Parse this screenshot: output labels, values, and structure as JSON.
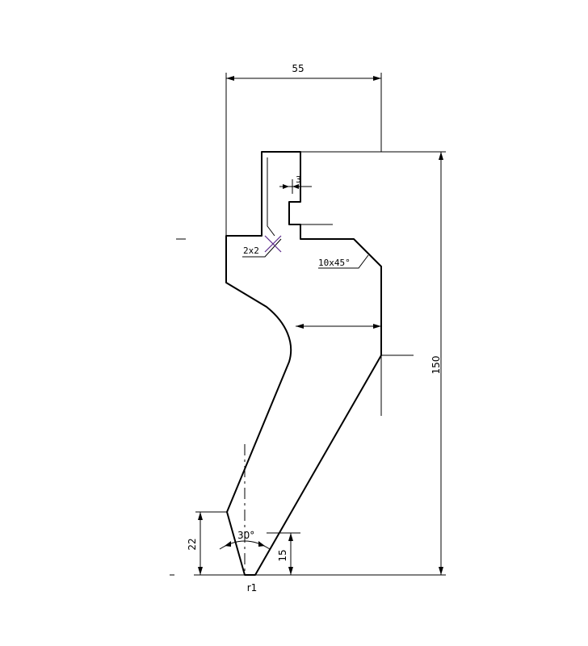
{
  "drawing": {
    "stroke_color": "#000000",
    "background": "#ffffff",
    "dimensions": {
      "overall_width": "55",
      "overall_height": "150",
      "slot_width": "3",
      "chamfer_small": "2x2",
      "chamfer_large": "10x45°",
      "tip_angle": "30°",
      "tip_radius": "r1",
      "left_height": "22",
      "right_height": "15"
    }
  }
}
